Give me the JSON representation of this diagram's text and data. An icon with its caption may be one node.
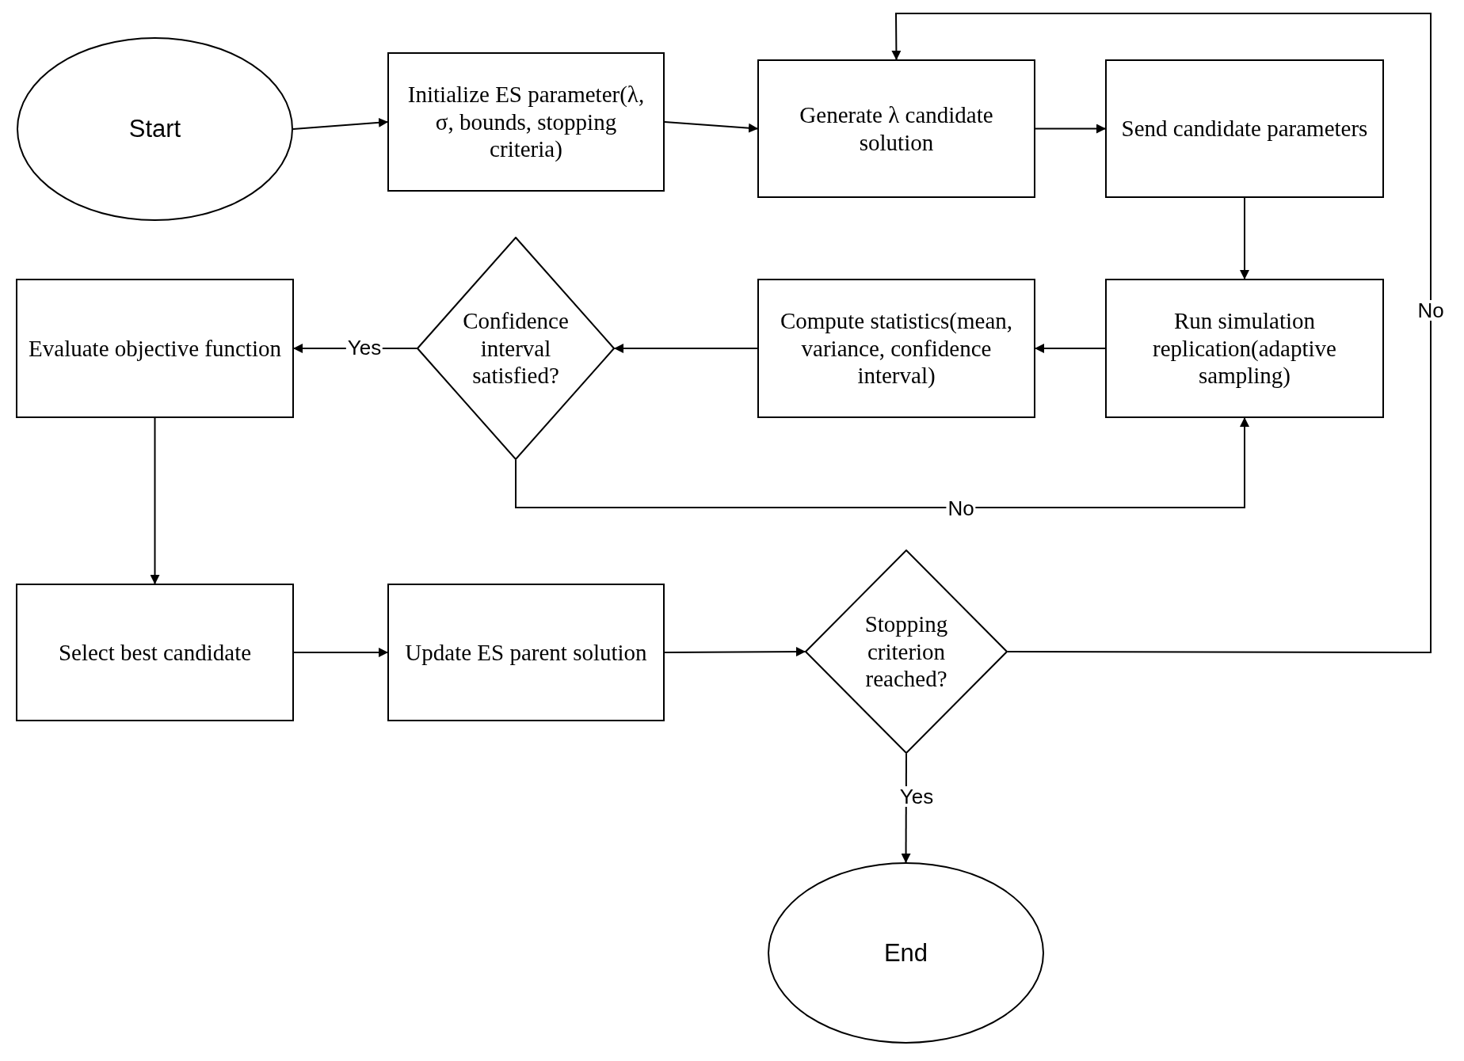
{
  "diagram": {
    "nodes": [
      {
        "text": [
          "Start"
        ]
      },
      {
        "text": [
          "Initialize ES parameter(λ, σ, bounds, stopping criteria)"
        ]
      },
      {
        "text": [
          "Generate λ candidate solution"
        ]
      },
      {
        "text": [
          "Send candidate parameters"
        ]
      },
      {
        "text": [
          "Run simulation replication(adaptive sampling)"
        ]
      },
      {
        "text": [
          "Compute statistics(mean, variance, confidence interval)"
        ]
      },
      {
        "text": [
          "Confidence interval satisfied?"
        ]
      },
      {
        "text": [
          "Evaluate objective function"
        ]
      },
      {
        "text": [
          "Select best candidate"
        ]
      },
      {
        "text": [
          "Update ES parent solution"
        ]
      },
      {
        "text": [
          "Stopping criterion reached?"
        ]
      },
      {
        "text": [
          "End"
        ]
      }
    ],
    "edges": [
      {
        "from": 0,
        "to": 1,
        "arrow": "to"
      },
      {
        "from": 1,
        "to": 2,
        "arrow": "to"
      },
      {
        "from": 2,
        "to": 3,
        "arrow": "to"
      },
      {
        "from": 3,
        "to": 4,
        "arrow": "to"
      },
      {
        "from": 4,
        "to": 5,
        "arrow": "to"
      },
      {
        "from": 5,
        "to": 6,
        "arrow": "to"
      },
      {
        "from": 6,
        "to": 7,
        "arrow": "to",
        "label": "Yes"
      },
      {
        "from": 6,
        "to": 4,
        "arrow": "to",
        "label": "No"
      },
      {
        "from": 7,
        "to": 8,
        "arrow": "to"
      },
      {
        "from": 8,
        "to": 9,
        "arrow": "to"
      },
      {
        "from": 9,
        "to": 10,
        "arrow": "to"
      },
      {
        "from": 10,
        "to": 11,
        "arrow": "to",
        "label": "Yes"
      },
      {
        "from": 10,
        "to": 2,
        "arrow": "to",
        "label": "No"
      }
    ]
  }
}
